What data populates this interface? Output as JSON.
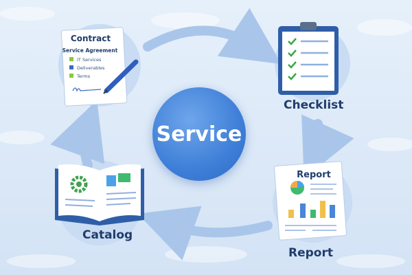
{
  "center": {
    "label": "Service"
  },
  "contract": {
    "title": "Contract",
    "subtitle": "Service Agreement",
    "items": [
      "IT Services",
      "Deliverables",
      "Terms"
    ]
  },
  "checklist": {
    "label": "Checklist"
  },
  "report": {
    "doc_title": "Report",
    "label": "Report"
  },
  "catalog": {
    "label": "Catalog"
  },
  "colors": {
    "accent": "#3f7fd8",
    "text": "#1f3d6b",
    "check": "#3aa845"
  }
}
